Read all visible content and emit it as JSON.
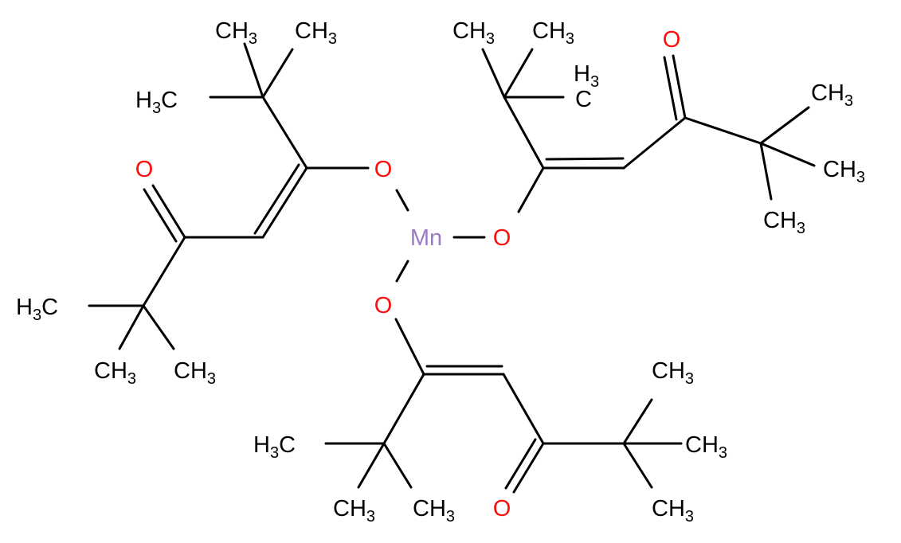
{
  "molecule": {
    "metal": "Mn",
    "oxygen_label": "O",
    "methyl_label": "CH",
    "methyl_left_label": "H",
    "carbon_label": "C",
    "methyl_subscript": "3"
  },
  "colors": {
    "bond": "#000000",
    "carbon_text": "#000000",
    "oxygen": "#ff0d0d",
    "manganese": "#9c7ac7",
    "background": "#ffffff"
  }
}
